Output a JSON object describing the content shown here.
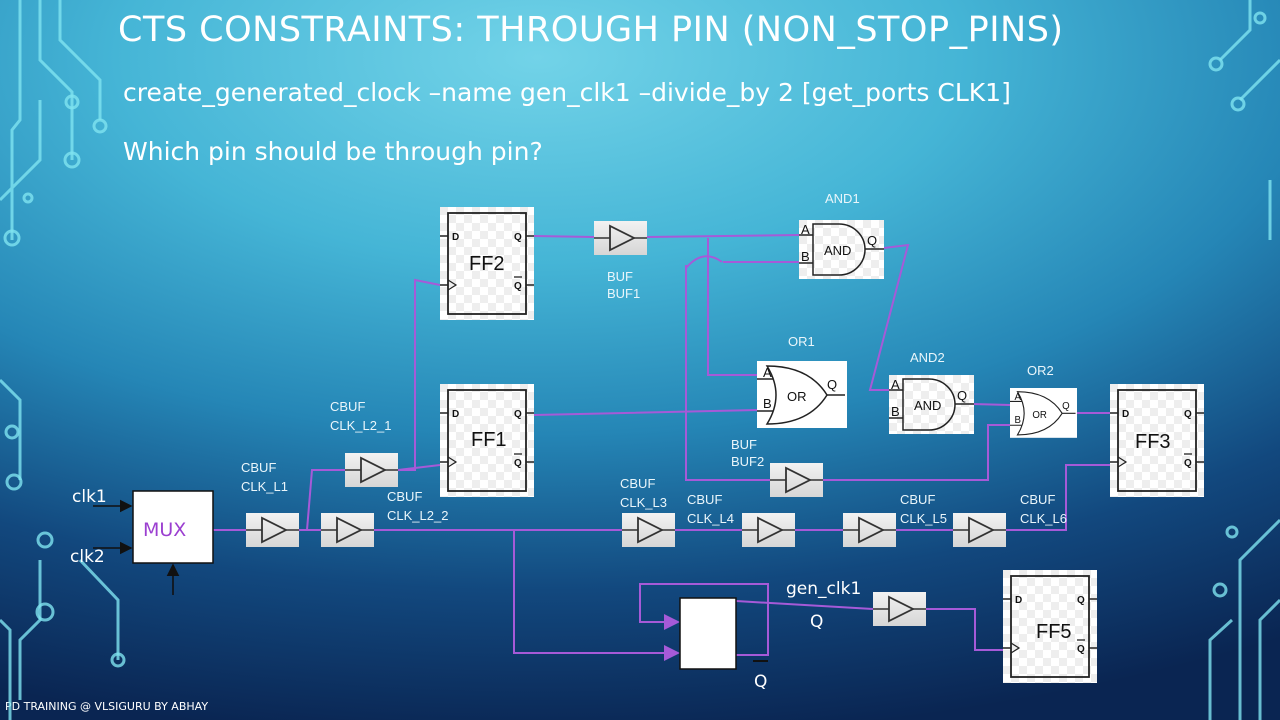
{
  "slide": {
    "title": "CTS CONSTRAINTS: THROUGH PIN (NON_STOP_PINS)",
    "command": "create_generated_clock –name gen_clk1 –divide_by 2 [get_ports CLK1]",
    "question": "Which pin should be through pin?",
    "footer": "PD TRAINING @ VLSIGURU BY ABHAY"
  },
  "pins": {
    "d": "D",
    "q": "Q",
    "a": "A",
    "b": "B"
  },
  "gates": {
    "and_text": "AND",
    "or_text": "OR"
  },
  "diagram": {
    "flipflops": [
      "FF2",
      "FF1",
      "FF3",
      "FF5"
    ],
    "gate_names": {
      "and1": "AND1",
      "or1": "OR1",
      "and2": "AND2",
      "or2": "OR2"
    },
    "buffers": {
      "buf1": [
        "BUF",
        "BUF1"
      ],
      "buf2": [
        "BUF",
        "BUF2"
      ],
      "clk_l1": [
        "CBUF",
        "CLK_L1"
      ],
      "clk_l2_1": [
        "CBUF",
        "CLK_L2_1"
      ],
      "clk_l2_2": [
        "CBUF",
        "CLK_L2_2"
      ],
      "clk_l3": [
        "CBUF",
        "CLK_L3"
      ],
      "clk_l4": [
        "CBUF",
        "CLK_L4"
      ],
      "clk_l5": [
        "CBUF",
        "CLK_L5"
      ],
      "clk_l6": [
        "CBUF",
        "CLK_L6"
      ]
    },
    "mux": "MUX",
    "mux_color": "#9b3fd0",
    "wire_color": "#a65ad8",
    "inputs": [
      "clk1",
      "clk2"
    ],
    "gen_clk": "gen_clk1",
    "divider_q": "Q",
    "divider_qbar": "Q"
  }
}
